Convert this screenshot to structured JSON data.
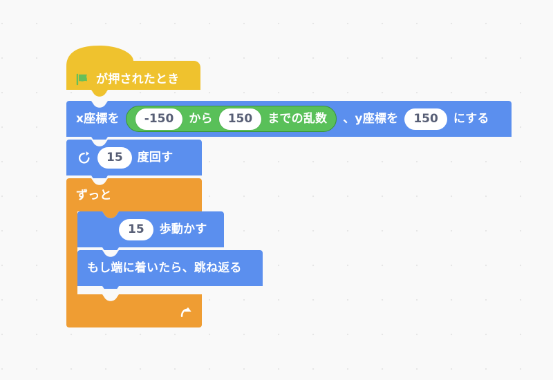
{
  "workspace": {
    "background_color": "#f9f9f9",
    "grid_dot_color": "#e6e6e6"
  },
  "palette": {
    "events_color": "#efc22e",
    "motion_color": "#5b8fee",
    "control_color": "#ef9d33",
    "operators_color": "#59c059",
    "operators_outline": "#389438",
    "input_text_color": "#575e75",
    "block_text_color": "#ffffff",
    "flag_green": "#67bf59"
  },
  "script": {
    "hat_block": {
      "icon": "green-flag-icon",
      "label": "が押されたとき"
    },
    "goto_xy_block": {
      "label_prefix": "x座標を",
      "random_operator": {
        "from_value": "-150",
        "label_from": "から",
        "to_value": "150",
        "label_suffix": "までの乱数"
      },
      "label_middle": "、y座標を",
      "y_value": "150",
      "label_suffix": "にする"
    },
    "turn_block": {
      "icon": "turn-clockwise-icon",
      "degrees": "15",
      "label_suffix": "度回す"
    },
    "forever_block": {
      "label": "ずっと",
      "loop_icon": "loop-arrow-icon",
      "children": {
        "move_block": {
          "steps": "15",
          "label_suffix": "歩動かす"
        },
        "bounce_block": {
          "label": "もし端に着いたら、跳ね返る"
        }
      }
    }
  }
}
